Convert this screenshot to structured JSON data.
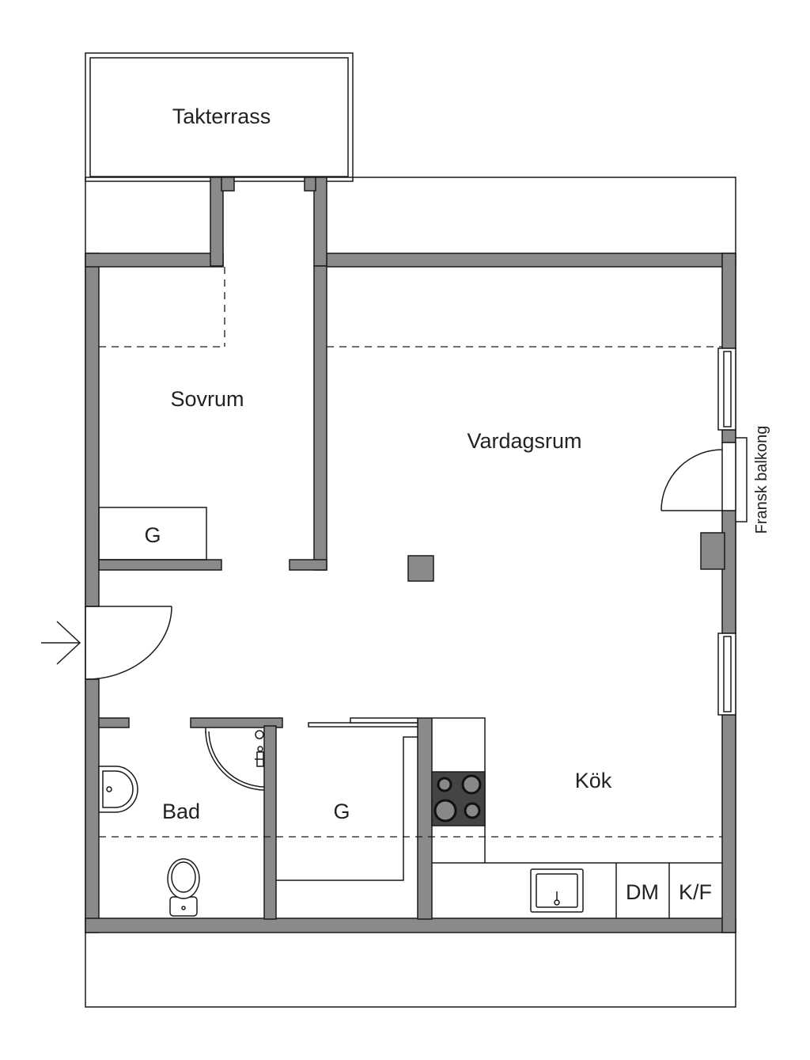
{
  "plan": {
    "rooms": {
      "roof_terrace": "Takterrass",
      "bedroom": "Sovrum",
      "living_room": "Vardagsrum",
      "kitchen": "Kök",
      "bathroom": "Bad",
      "wardrobe_bedroom": "G",
      "wardrobe_hall": "G"
    },
    "appliances": {
      "dishwasher": "DM",
      "fridge_freezer": "K/F"
    },
    "balcony_label": "Fransk balkong",
    "colors": {
      "wall": "#8a8a8a",
      "line": "#1a1a1a",
      "background": "#ffffff"
    }
  }
}
